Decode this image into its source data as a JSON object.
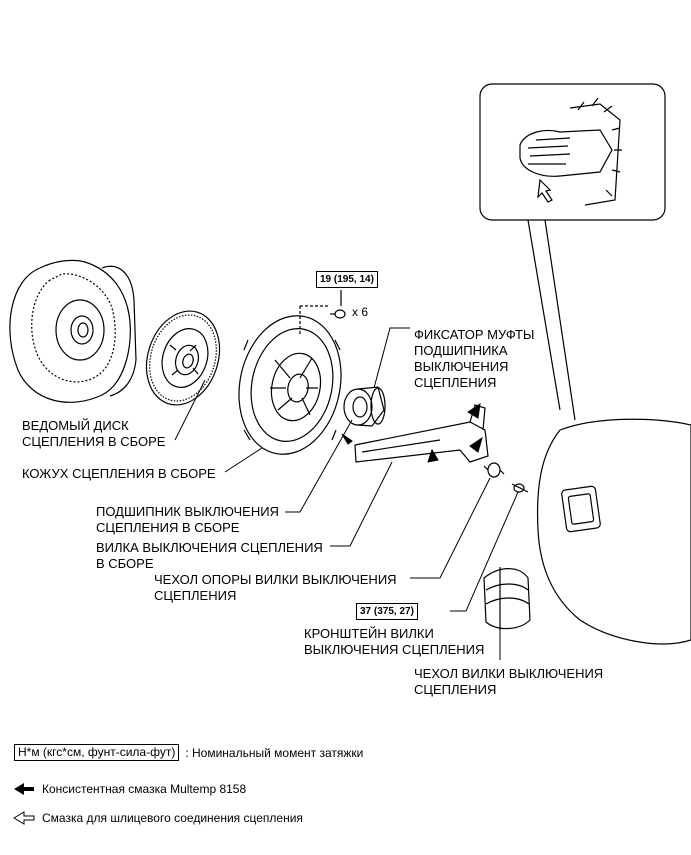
{
  "labels": {
    "clutch_disc": [
      "ВЕДОМЫЙ ДИСК",
      "СЦЕПЛЕНИЯ В СБОРЕ"
    ],
    "clutch_cover": "КОЖУХ СЦЕПЛЕНИЯ В СБОРЕ",
    "bearing_retainer": [
      "ФИКСАТОР МУФТЫ",
      "ПОДШИПНИКА",
      "ВЫКЛЮЧЕНИЯ",
      "СЦЕПЛЕНИЯ"
    ],
    "release_bearing": [
      "ПОДШИПНИК ВЫКЛЮЧЕНИЯ",
      "СЦЕПЛЕНИЯ В СБОРЕ"
    ],
    "release_fork": [
      "ВИЛКА ВЫКЛЮЧЕНИЯ СЦЕПЛЕНИЯ",
      "В СБОРЕ"
    ],
    "fork_support_boot": [
      "ЧЕХОЛ ОПОРЫ ВИЛКИ ВЫКЛЮЧЕНИЯ",
      "СЦЕПЛЕНИЯ"
    ],
    "fork_bracket": [
      "КРОНШТЕЙН ВИЛКИ",
      "ВЫКЛЮЧЕНИЯ СЦЕПЛЕНИЯ"
    ],
    "fork_boot": [
      "ЧЕХОЛ ВИЛКИ ВЫКЛЮЧЕНИЯ",
      "СЦЕПЛЕНИЯ"
    ]
  },
  "torque": {
    "cover_bolts": "19 (195, 14)",
    "cover_bolts_qty": "x 6",
    "fork_bracket": "37 (375, 27)"
  },
  "legend": {
    "torque_units": "Н*м (кгс*см, фунт-сила-фут)",
    "torque_desc": ": Номинальный момент затяжки",
    "grease": "Консистентная смазка Multemp 8158",
    "spline_grease": "Смазка для шлицевого соединения сцепления"
  },
  "icons": {
    "grease": "solid-arrow-icon",
    "spline_grease": "outline-arrow-icon"
  }
}
